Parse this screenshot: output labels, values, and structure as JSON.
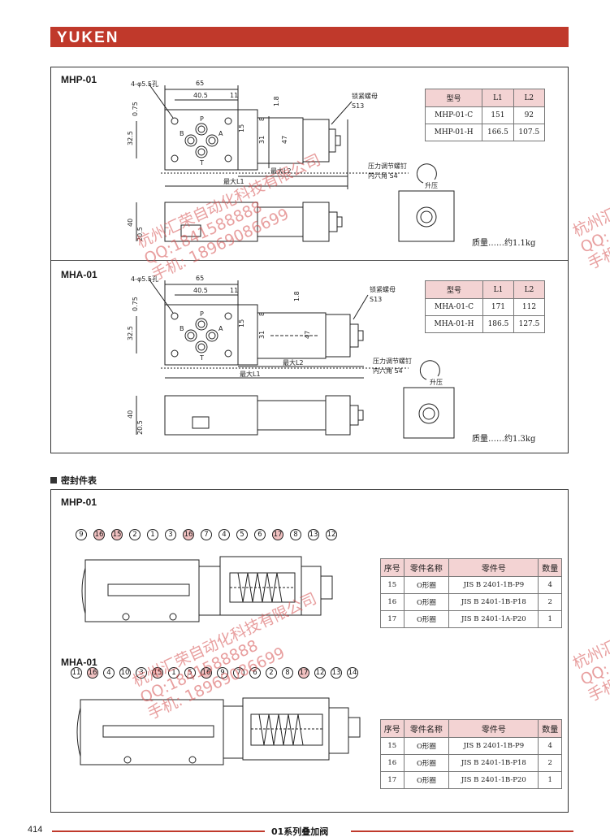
{
  "header": {
    "brand": "YUKEN",
    "brand_color": "#c0392b"
  },
  "mhp": {
    "title": "MHP-01",
    "dims": {
      "hole": "4-φ5.5孔",
      "w65": "65",
      "w40": "40.5",
      "w11": "11",
      "h075": "0.75",
      "h18": "1.8",
      "h325": "32.5",
      "h15": "15",
      "h8": "8",
      "h31": "31",
      "h47": "47",
      "h40": "40",
      "h205": "20.5",
      "maxL2": "最大L2",
      "maxL1": "最大L1"
    },
    "ports": {
      "p": "P",
      "a": "A",
      "b": "B",
      "t": "T"
    },
    "labels": {
      "locknut": "锁紧螺母",
      "s13": "S13",
      "screw": "压力调节螺钉",
      "hex": "内六角 S4",
      "up": "升压"
    },
    "table": {
      "headers": [
        "型号",
        "L1",
        "L2"
      ],
      "rows": [
        [
          "MHP-01-C",
          "151",
          "92"
        ],
        [
          "MHP-01-H",
          "166.5",
          "107.5"
        ]
      ]
    },
    "mass": "质量……约1.1kg"
  },
  "mha": {
    "title": "MHA-01",
    "dims": {
      "hole": "4-φ5.5孔",
      "w65": "65",
      "w40": "40.5",
      "w11": "11",
      "h075": "0.75",
      "h18": "1.8",
      "h325": "32.5",
      "h15": "15",
      "h8": "8",
      "h31": "31",
      "h47": "47",
      "h40": "40",
      "h205": "20.5",
      "maxL2": "最大L2",
      "maxL1": "最大L1"
    },
    "ports": {
      "p": "P",
      "a": "A",
      "b": "B",
      "t": "T"
    },
    "labels": {
      "locknut": "锁紧螺母",
      "s13": "S13",
      "screw": "压力调节螺钉",
      "hex": "内六角 S4",
      "up": "升压"
    },
    "table": {
      "headers": [
        "型号",
        "L1",
        "L2"
      ],
      "rows": [
        [
          "MHA-01-C",
          "171",
          "112"
        ],
        [
          "MHA-01-H",
          "186.5",
          "127.5"
        ]
      ]
    },
    "mass": "质量……约1.3kg"
  },
  "seal_section": {
    "title": "密封件表",
    "mhp": {
      "title": "MHP-01",
      "balloons": [
        {
          "n": "9",
          "pink": false
        },
        {
          "n": "16",
          "pink": true
        },
        {
          "n": "15",
          "pink": true
        },
        {
          "n": "2",
          "pink": false
        },
        {
          "n": "1",
          "pink": false
        },
        {
          "n": "3",
          "pink": false
        },
        {
          "n": "16",
          "pink": true
        },
        {
          "n": "7",
          "pink": false
        },
        {
          "n": "4",
          "pink": false
        },
        {
          "n": "5",
          "pink": false
        },
        {
          "n": "6",
          "pink": false
        },
        {
          "n": "17",
          "pink": true
        },
        {
          "n": "8",
          "pink": false
        },
        {
          "n": "13",
          "pink": false
        },
        {
          "n": "12",
          "pink": false
        }
      ],
      "table": {
        "headers": [
          "序号",
          "零件名称",
          "零件号",
          "数量"
        ],
        "rows": [
          [
            "15",
            "O形圈",
            "JIS B 2401-1B-P9",
            "4"
          ],
          [
            "16",
            "O形圈",
            "JIS B 2401-1B-P18",
            "2"
          ],
          [
            "17",
            "O形圈",
            "JIS B 2401-1A-P20",
            "1"
          ]
        ]
      }
    },
    "mha": {
      "title": "MHA-01",
      "balloons": [
        {
          "n": "11",
          "pink": false
        },
        {
          "n": "16",
          "pink": true
        },
        {
          "n": "4",
          "pink": false
        },
        {
          "n": "10",
          "pink": false
        },
        {
          "n": "3",
          "pink": false
        },
        {
          "n": "15",
          "pink": true
        },
        {
          "n": "1",
          "pink": false
        },
        {
          "n": "5",
          "pink": false
        },
        {
          "n": "16",
          "pink": true
        },
        {
          "n": "9",
          "pink": false
        },
        {
          "n": "7",
          "pink": false
        },
        {
          "n": "6",
          "pink": false
        },
        {
          "n": "2",
          "pink": false
        },
        {
          "n": "8",
          "pink": false
        },
        {
          "n": "17",
          "pink": true
        },
        {
          "n": "12",
          "pink": false
        },
        {
          "n": "13",
          "pink": false
        },
        {
          "n": "14",
          "pink": false
        }
      ],
      "table": {
        "headers": [
          "序号",
          "零件名称",
          "零件号",
          "数量"
        ],
        "rows": [
          [
            "15",
            "O形圈",
            "JIS B 2401-1B-P9",
            "4"
          ],
          [
            "16",
            "O形圈",
            "JIS B 2401-1B-P18",
            "2"
          ],
          [
            "17",
            "O形圈",
            "JIS B 2401-1B-P20",
            "1"
          ]
        ]
      }
    }
  },
  "watermark": {
    "line1": "杭州汇荣自动化科技有限公司",
    "line2": "QQ:1841588888",
    "line3": "手机: 18969086699",
    "edge1": "杭州汇",
    "edge2": "QQ:",
    "edge3": "手机"
  },
  "footer": {
    "page": "414",
    "title": "01系列叠加阀",
    "accent": "#c0392b"
  }
}
